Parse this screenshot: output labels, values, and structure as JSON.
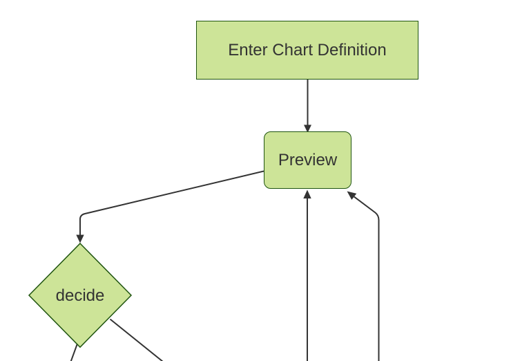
{
  "diagram": {
    "type": "flowchart",
    "colors": {
      "background": "#ffffff",
      "node_fill": "#cde498",
      "node_border": "#1f540f",
      "edge_line": "#333333",
      "label_text": "#333333"
    },
    "nodes": [
      {
        "id": "enter-chart-definition",
        "shape": "rectangle",
        "label": "Enter Chart Definition"
      },
      {
        "id": "preview",
        "shape": "rounded-rectangle",
        "label": "Preview"
      },
      {
        "id": "decide",
        "shape": "diamond",
        "label": "decide"
      }
    ],
    "edges": [
      {
        "from": "enter-chart-definition",
        "to": "preview",
        "arrowhead": "into preview top"
      },
      {
        "from": "preview",
        "to": "decide",
        "arrowhead": "into decide top vertex"
      },
      {
        "from": "offscreen-bottom",
        "to": "preview",
        "arrowhead": "into preview bottom"
      },
      {
        "from": "offscreen-bottom-right",
        "to": "preview",
        "arrowhead": "into preview bottom-right corner"
      },
      {
        "from": "decide",
        "to": "offscreen-bottom-left",
        "arrowhead": "cut off by viewport"
      },
      {
        "from": "decide",
        "to": "offscreen-bottom-right",
        "arrowhead": "cut off by viewport"
      }
    ]
  }
}
